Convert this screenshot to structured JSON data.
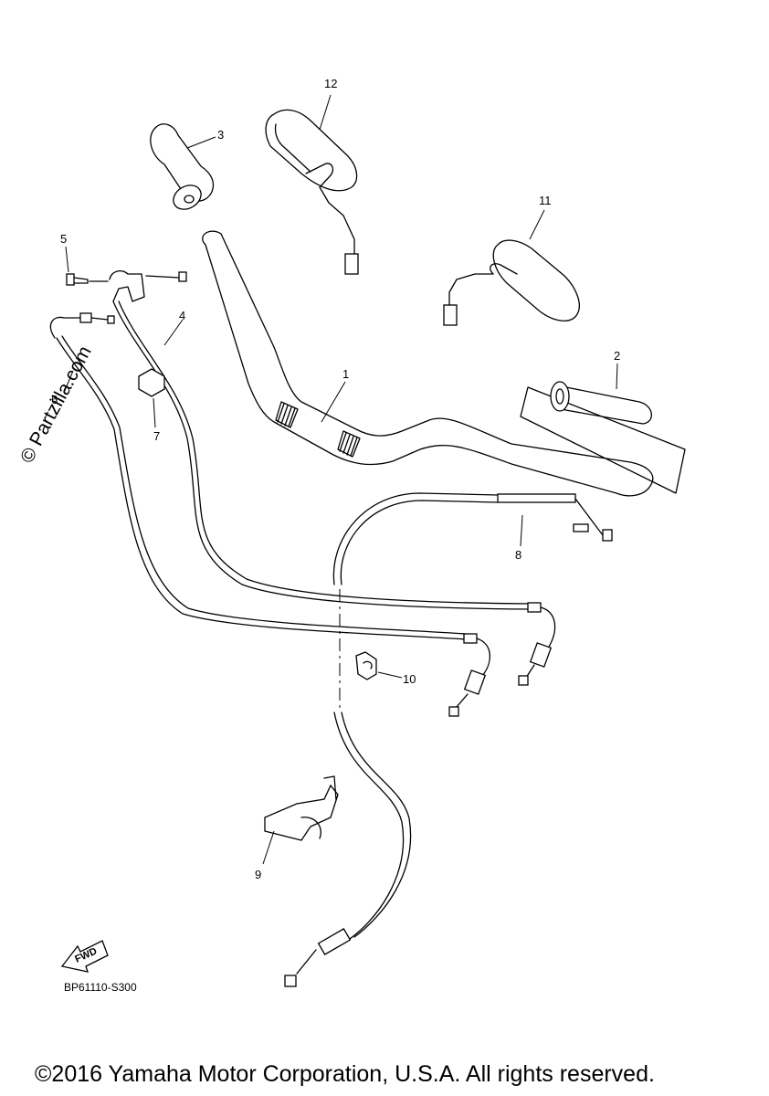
{
  "watermark": "© Partzilla.com",
  "diagram_code": "BP61110-S300",
  "copyright": "©2016 Yamaha Motor Corporation, U.S.A. All rights reserved.",
  "fwd_label": "FWD",
  "callouts": {
    "c1": "1",
    "c2": "2",
    "c3": "3",
    "c4": "4",
    "c5": "5",
    "c6": "6",
    "c7": "7",
    "c8": "8",
    "c9": "9",
    "c10": "10",
    "c11": "11",
    "c12": "12"
  }
}
